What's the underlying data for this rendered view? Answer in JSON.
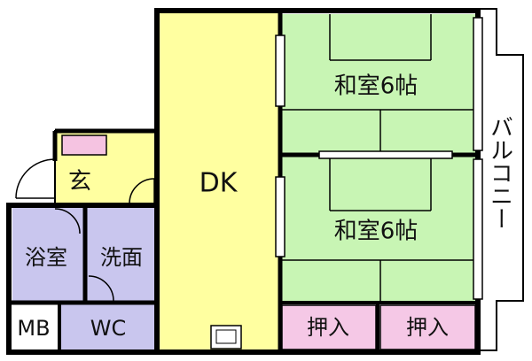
{
  "rooms": {
    "dk": "DK",
    "washitsu_upper": "和室6帖",
    "washitsu_lower": "和室6帖",
    "genkan": "玄",
    "bath": "浴室",
    "washroom": "洗面",
    "wc": "WC",
    "mb": "MB",
    "closet_left": "押入",
    "closet_right": "押入",
    "balcony": "バルコニー"
  },
  "colors": {
    "dk": "#ffffa0",
    "tatami": "#c8f5b4",
    "bath": "#c9c6ee",
    "closet": "#f5c8e6",
    "genkan_mat": "#f5c3e1",
    "wall": "#000000"
  }
}
